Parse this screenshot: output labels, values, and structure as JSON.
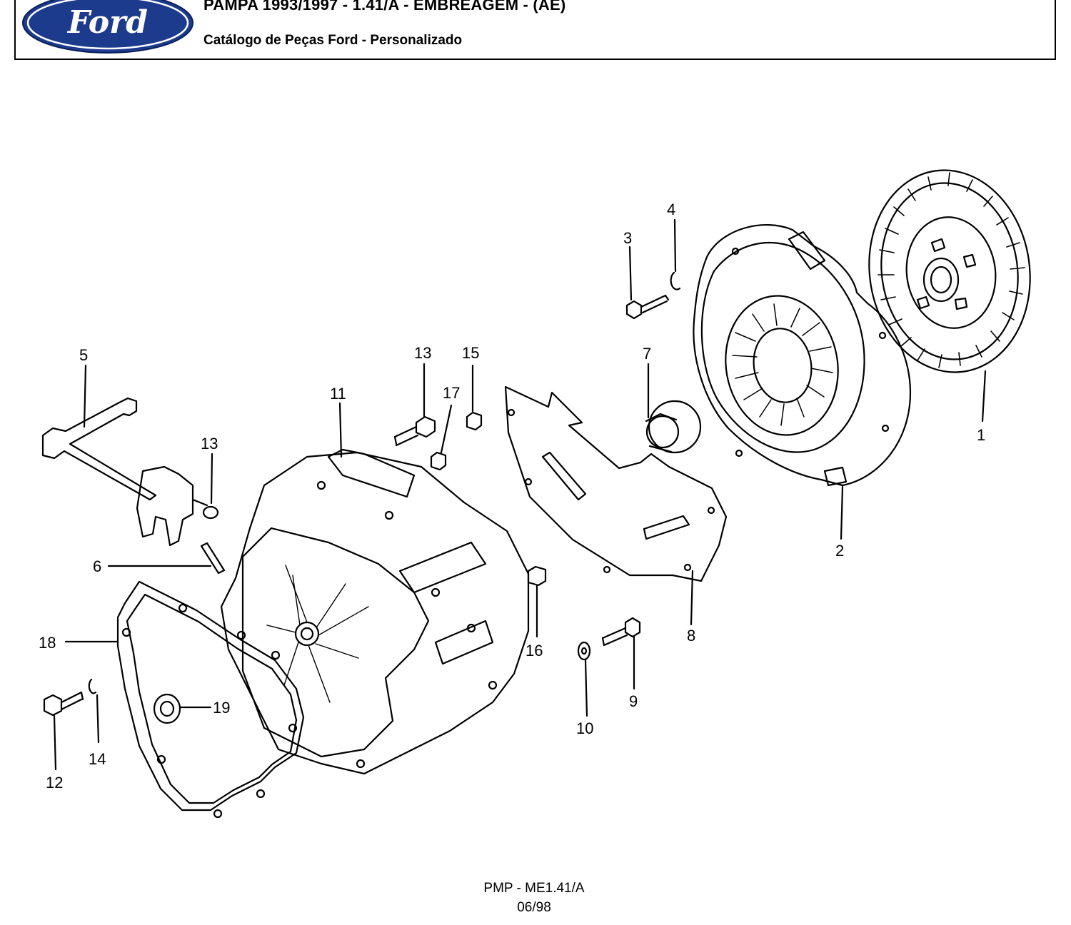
{
  "header": {
    "logo_text": "Ford",
    "title": "PAMPA 1993/1997 - 1.41/A - EMBREAGEM - (AE)",
    "subtitle": "Catálogo de Peças Ford - Personalizado"
  },
  "diagram": {
    "callouts": {
      "c1": "1",
      "c2": "2",
      "c3": "3",
      "c4": "4",
      "c5": "5",
      "c6": "6",
      "c7": "7",
      "c8": "8",
      "c9": "9",
      "c10": "10",
      "c11": "11",
      "c12": "12",
      "c13a": "13",
      "c13b": "13",
      "c14": "14",
      "c15": "15",
      "c16": "16",
      "c17": "17",
      "c18": "18",
      "c19": "19"
    }
  },
  "footer": {
    "code": "PMP - ME1.41/A",
    "date": "06/98"
  }
}
